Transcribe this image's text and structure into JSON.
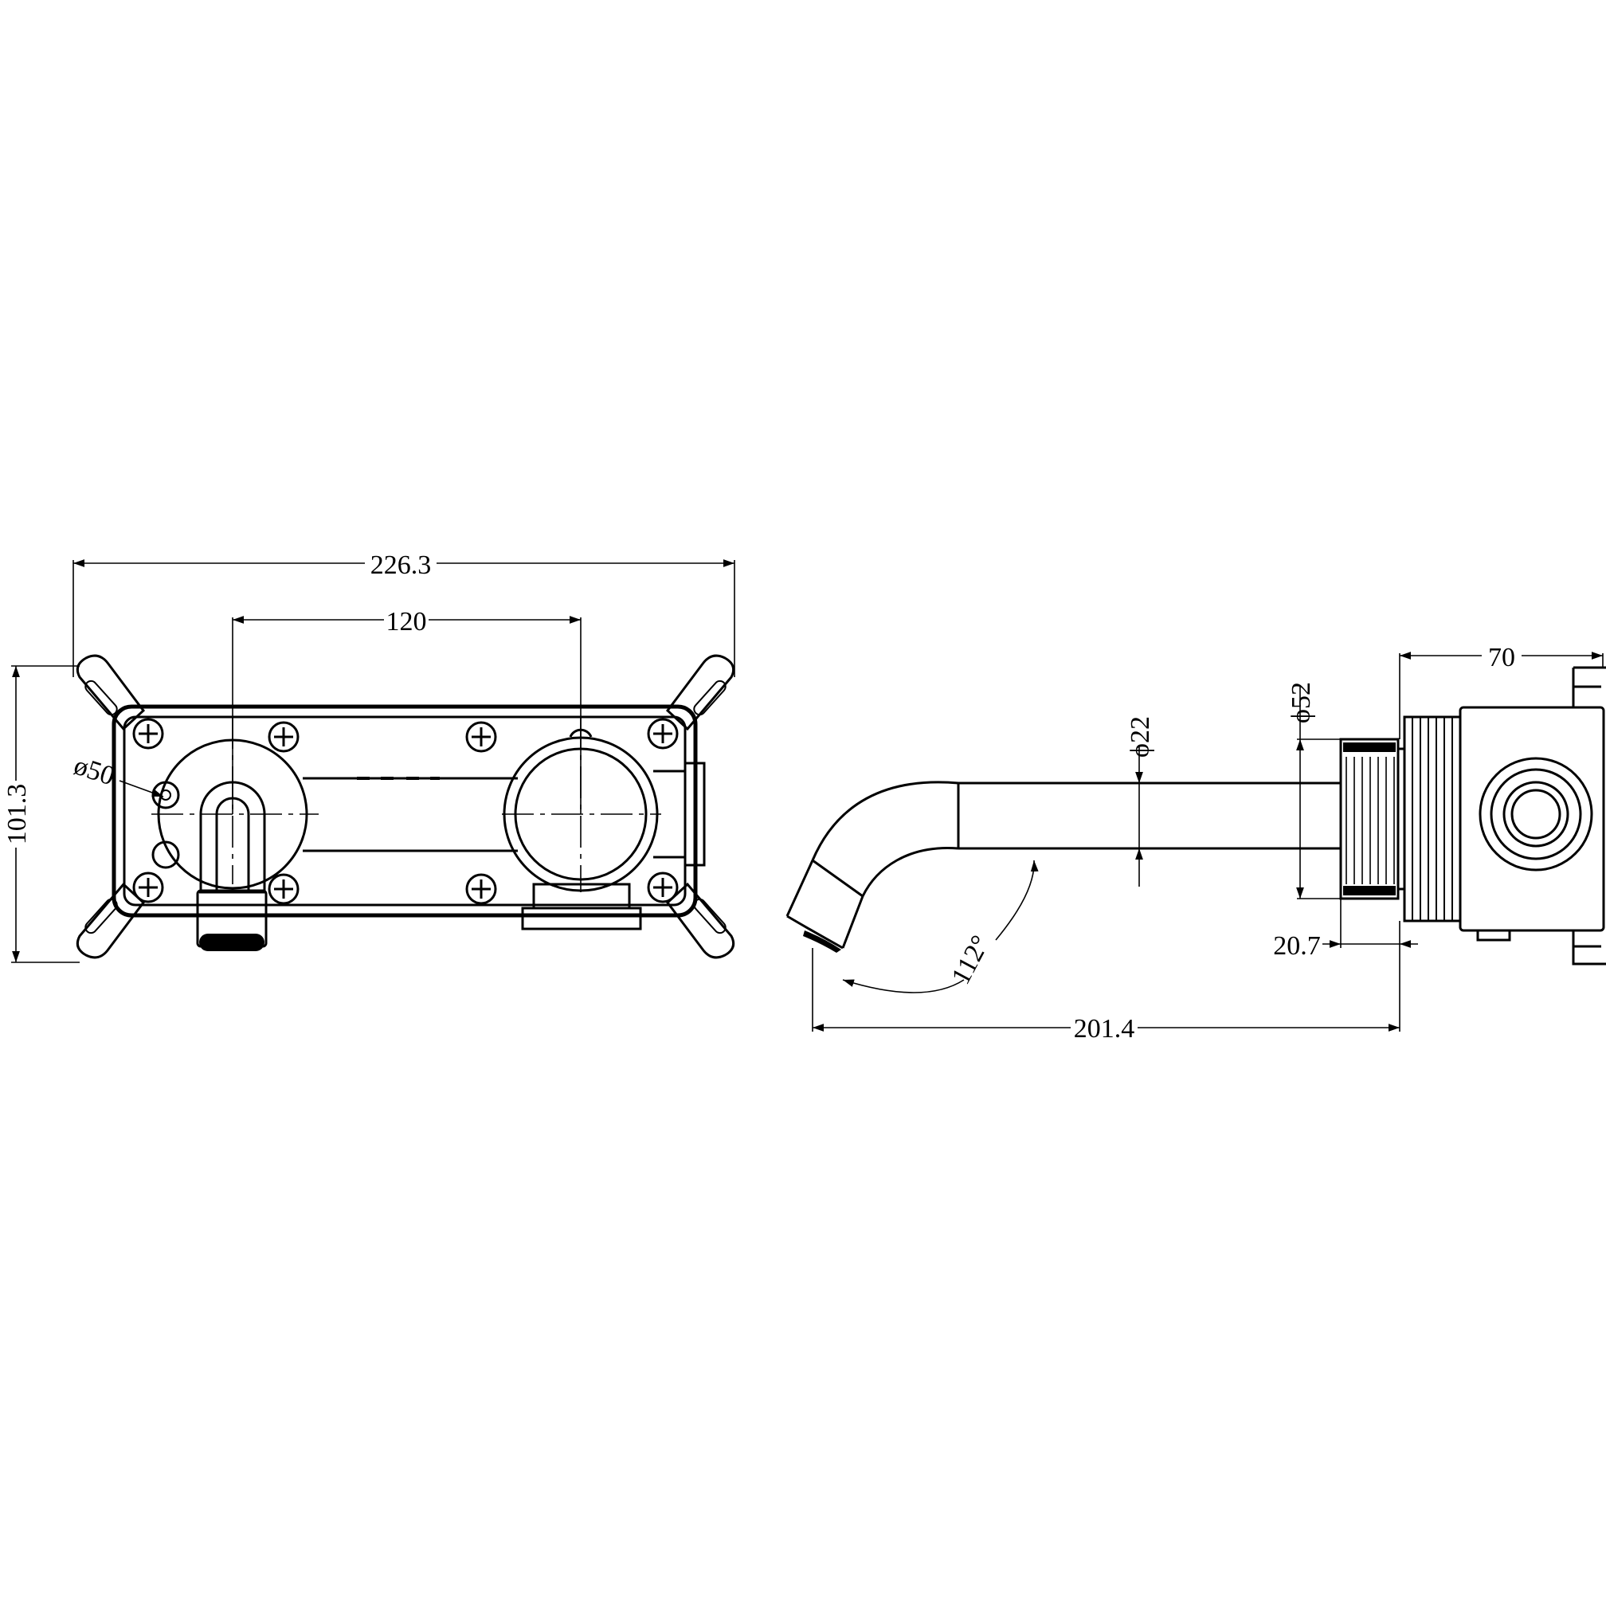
{
  "front_view": {
    "overall_width": "226.3",
    "centre_distance": "120",
    "overall_height": "101.3",
    "flange_diameter": "ø50"
  },
  "side_view": {
    "spout_diameter": "ϕ22",
    "flange_diameter": "ϕ52",
    "body_depth": "70",
    "plate_offset": "20.7",
    "spout_reach": "201.4",
    "spout_angle": "112°"
  }
}
